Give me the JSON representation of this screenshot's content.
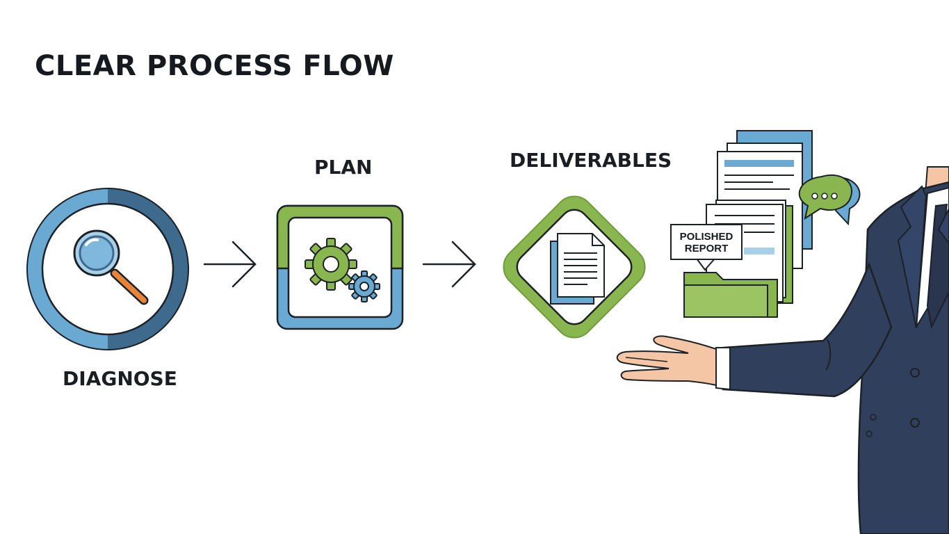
{
  "title": "CLEAR PROCESS FLOW",
  "steps": [
    {
      "label": "DIAGNOSE",
      "icon": "magnifier-icon"
    },
    {
      "label": "PLAN",
      "icon": "gears-icon"
    },
    {
      "label": "DELIVERABLES",
      "icon": "document-icon"
    }
  ],
  "report_tag": {
    "line1": "POLISHED",
    "line2": "REPORT"
  },
  "colors": {
    "blue": "#5b9bc7",
    "dark_blue": "#3e6a8e",
    "green": "#8ab650",
    "navy_suit": "#2f3f5c",
    "orange": "#e8843a",
    "outline": "#1c2126"
  }
}
